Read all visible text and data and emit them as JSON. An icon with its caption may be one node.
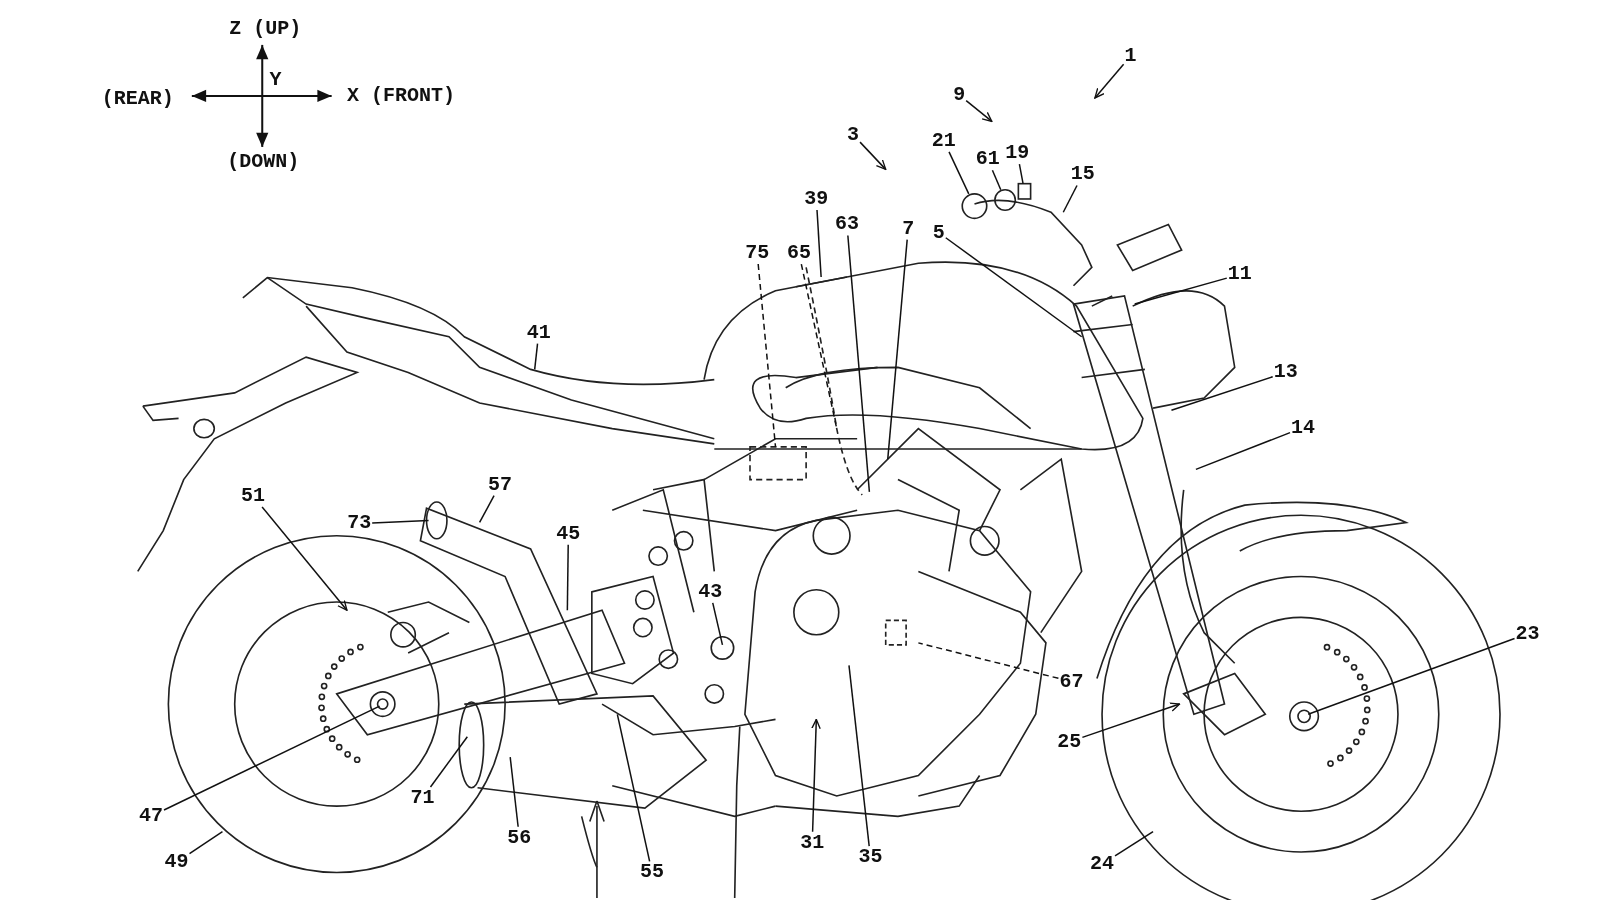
{
  "diagram": {
    "nodes": [
      {
        "text": [
          "1"
        ]
      },
      {
        "text": [
          "3"
        ]
      },
      {
        "text": [
          "9"
        ]
      },
      {
        "text": [
          "21"
        ]
      },
      {
        "text": [
          "61"
        ]
      },
      {
        "text": [
          "19"
        ]
      },
      {
        "text": [
          "15"
        ]
      },
      {
        "text": [
          "39"
        ]
      },
      {
        "text": [
          "63"
        ]
      },
      {
        "text": [
          "7"
        ]
      },
      {
        "text": [
          "5"
        ]
      },
      {
        "text": [
          "75"
        ]
      },
      {
        "text": [
          "65"
        ]
      },
      {
        "text": [
          "11"
        ]
      },
      {
        "text": [
          "41"
        ]
      },
      {
        "text": [
          "13"
        ]
      },
      {
        "text": [
          "14"
        ]
      },
      {
        "text": [
          "51"
        ]
      },
      {
        "text": [
          "57"
        ]
      },
      {
        "text": [
          "73"
        ]
      },
      {
        "text": [
          "45"
        ]
      },
      {
        "text": [
          "43"
        ]
      },
      {
        "text": [
          "23"
        ]
      },
      {
        "text": [
          "67"
        ]
      },
      {
        "text": [
          "25"
        ]
      },
      {
        "text": [
          "47"
        ]
      },
      {
        "text": [
          "71"
        ]
      },
      {
        "text": [
          "56"
        ]
      },
      {
        "text": [
          "55"
        ]
      },
      {
        "text": [
          "31"
        ]
      },
      {
        "text": [
          "35"
        ]
      },
      {
        "text": [
          "49"
        ]
      },
      {
        "text": [
          "24"
        ]
      },
      {
        "text": [],
        "shape": "circle"
      },
      {
        "text": [],
        "shape": "circle"
      },
      {
        "text": [],
        "shape": "box"
      },
      {
        "text": [],
        "shape": "picture"
      }
    ],
    "edges": [
      {
        "from": 0,
        "to": null,
        "arrow": "to"
      },
      {
        "from": 1,
        "to": null,
        "arrow": "to"
      },
      {
        "from": 2,
        "to": null,
        "arrow": "to"
      },
      {
        "from": 3,
        "to": 33,
        "arrow": "none"
      },
      {
        "from": 4,
        "to": 34,
        "arrow": "none"
      },
      {
        "from": 5,
        "to": 35,
        "arrow": "none"
      },
      {
        "from": 6,
        "to": null,
        "arrow": "none"
      },
      {
        "from": 7,
        "to": 36,
        "arrow": "none"
      },
      {
        "from": 8,
        "to": null,
        "arrow": "none"
      },
      {
        "from": 9,
        "to": null,
        "arrow": "none"
      },
      {
        "from": 10,
        "to": null,
        "arrow": "none"
      },
      {
        "from": 11,
        "to": null,
        "arrow": "none",
        "style": "dashed"
      },
      {
        "from": 12,
        "to": null,
        "arrow": "none",
        "style": "dashed"
      },
      {
        "from": 13,
        "to": null,
        "arrow": "none"
      },
      {
        "from": 14,
        "to": null,
        "arrow": "none"
      },
      {
        "from": 15,
        "to": null,
        "arrow": "none"
      },
      {
        "from": 16,
        "to": null,
        "arrow": "none"
      },
      {
        "from": 17,
        "to": null,
        "arrow": "to"
      },
      {
        "from": 18,
        "to": null,
        "arrow": "none"
      },
      {
        "from": 19,
        "to": null,
        "arrow": "none"
      },
      {
        "from": 20,
        "to": null,
        "arrow": "none"
      },
      {
        "from": 21,
        "to": null,
        "arrow": "none"
      },
      {
        "from": 22,
        "to": null,
        "arrow": "none"
      },
      {
        "from": 23,
        "to": null,
        "arrow": "none",
        "style": "dashed"
      },
      {
        "from": 24,
        "to": null,
        "arrow": "to"
      },
      {
        "from": 25,
        "to": null,
        "arrow": "none"
      },
      {
        "from": 26,
        "to": null,
        "arrow": "none"
      },
      {
        "from": 27,
        "to": null,
        "arrow": "none"
      },
      {
        "from": 28,
        "to": null,
        "arrow": "none"
      },
      {
        "from": 29,
        "to": null,
        "arrow": "to"
      },
      {
        "from": 30,
        "to": null,
        "arrow": "none"
      },
      {
        "from": 31,
        "to": null,
        "arrow": "none"
      },
      {
        "from": 32,
        "to": null,
        "arrow": "none"
      }
    ],
    "labels": [
      "Z (UP)",
      "Y",
      "(REAR)",
      "X (FRONT)",
      "(DOWN)"
    ]
  }
}
